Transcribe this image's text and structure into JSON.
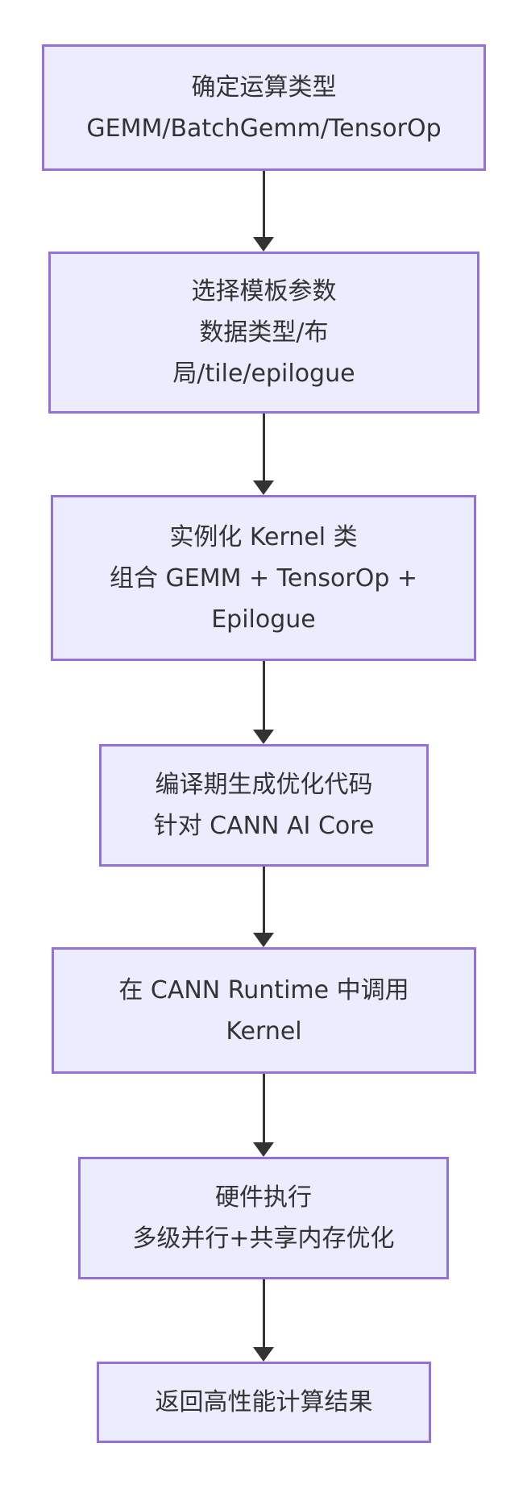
{
  "diagram": {
    "type": "flowchart",
    "direction": "top-down",
    "colors": {
      "background": "#ffffff",
      "node_fill": "#ECECFF",
      "node_border": "#9370DB",
      "text_color": "#333333",
      "arrow_color": "#333333"
    },
    "nodes": [
      {
        "id": "step-1",
        "lines": [
          "确定运算类型",
          "GEMM/BatchGemm/TensorOp"
        ]
      },
      {
        "id": "step-2",
        "lines": [
          "选择模板参数",
          "数据类型/布",
          "局/tile/epilogue"
        ]
      },
      {
        "id": "step-3",
        "lines": [
          "实例化 Kernel 类",
          "组合 GEMM + TensorOp +",
          "Epilogue"
        ]
      },
      {
        "id": "step-4",
        "lines": [
          "编译期生成优化代码",
          "针对 CANN AI Core"
        ]
      },
      {
        "id": "step-5",
        "lines": [
          "在 CANN Runtime 中调用",
          "Kernel"
        ]
      },
      {
        "id": "step-6",
        "lines": [
          "硬件执行",
          "多级并行+共享内存优化"
        ]
      },
      {
        "id": "step-7",
        "lines": [
          "返回高性能计算结果"
        ]
      }
    ],
    "edges": [
      {
        "from": "step-1",
        "to": "step-2"
      },
      {
        "from": "step-2",
        "to": "step-3"
      },
      {
        "from": "step-3",
        "to": "step-4"
      },
      {
        "from": "step-4",
        "to": "step-5"
      },
      {
        "from": "step-5",
        "to": "step-6"
      },
      {
        "from": "step-6",
        "to": "step-7"
      }
    ]
  }
}
